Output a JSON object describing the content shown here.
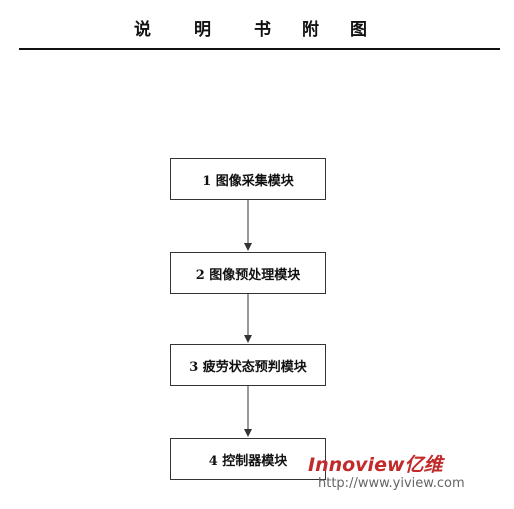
{
  "header": {
    "title_chars": [
      "说",
      "明",
      "书",
      "附",
      "图"
    ]
  },
  "flowchart": {
    "steps": [
      {
        "label": "1 图像采集模块"
      },
      {
        "label": "2 图像预处理模块"
      },
      {
        "label": "3 疲劳状态预判模块"
      },
      {
        "label": "4 控制器模块"
      }
    ]
  },
  "watermark": {
    "brand": "Innoview亿维",
    "url": "http://www.yiview.com"
  }
}
